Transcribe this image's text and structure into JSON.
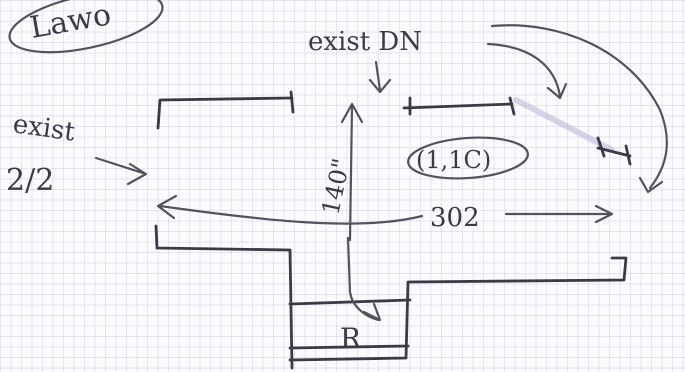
{
  "labels": {
    "corner_word": "Lawo",
    "exist_dn": "exist DN",
    "exist_label": "exist",
    "exist_size": "2/2",
    "dimension_140": "140\"",
    "dimension_302": "302",
    "circled_label": "(1,1C)",
    "room_letter": "R"
  }
}
